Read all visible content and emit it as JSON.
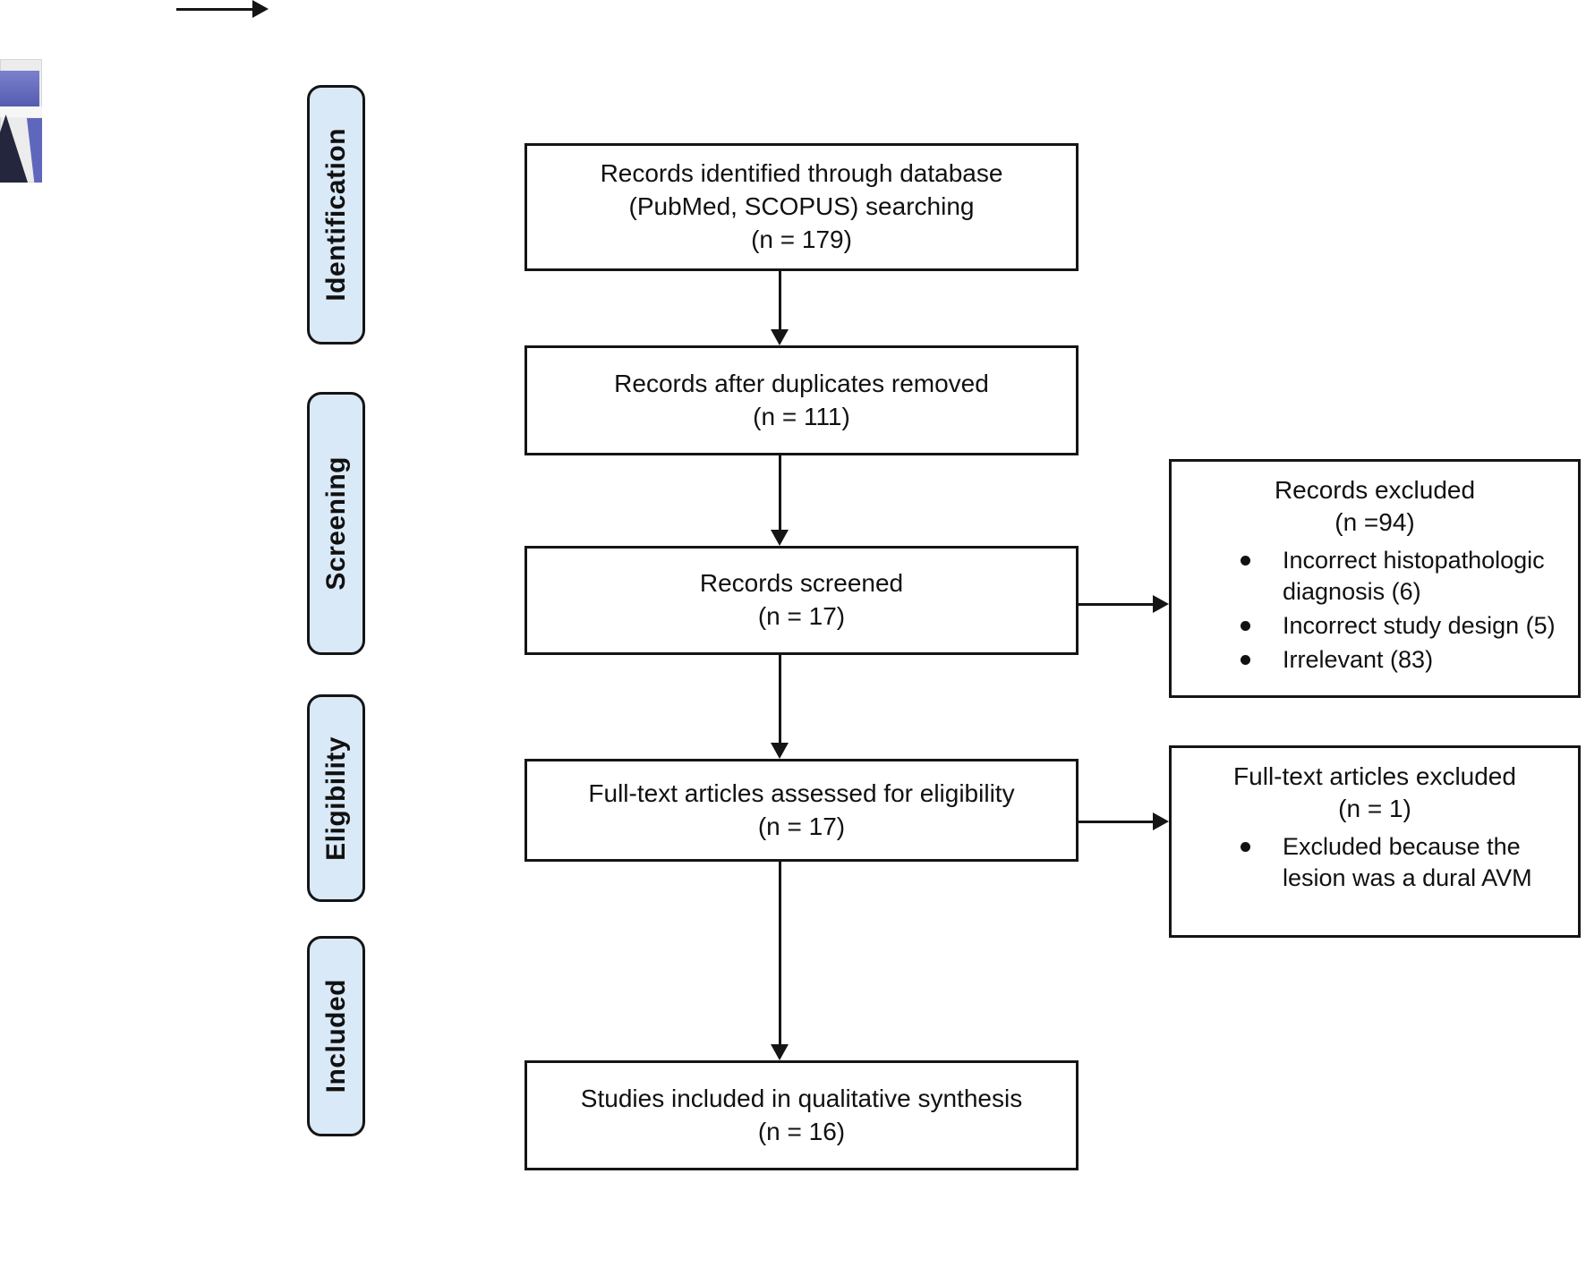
{
  "colors": {
    "stage_fill": "#d9e9f8",
    "line": "#151515",
    "box_fill": "#ffffff",
    "thumbnail_blue": "#5f67bd",
    "thumbnail_navy": "#23263c"
  },
  "stages": [
    {
      "label": "Identification"
    },
    {
      "label": "Screening"
    },
    {
      "label": "Eligibility"
    },
    {
      "label": "Included"
    }
  ],
  "flow": {
    "boxes": [
      {
        "lines": [
          "Records identified through database",
          "(PubMed, SCOPUS) searching",
          "(n =  179)"
        ]
      },
      {
        "lines": [
          "Records after duplicates removed",
          "(n =  111)"
        ]
      },
      {
        "lines": [
          "Records screened",
          "(n =  17)"
        ]
      },
      {
        "lines": [
          "Full-text articles assessed for eligibility",
          "(n =  17)"
        ]
      },
      {
        "lines": [
          "Studies included in qualitative synthesis",
          "(n = 16)"
        ]
      }
    ]
  },
  "exclusions": [
    {
      "title": "Records excluded",
      "count": "(n =94)",
      "bullets": [
        "Incorrect histopathologic diagnosis (6)",
        "Incorrect study design (5)",
        "Irrelevant (83)"
      ]
    },
    {
      "title": "Full-text articles excluded",
      "count": "(n = 1)",
      "bullets": [
        "Excluded because the lesion was a dural AVM"
      ]
    }
  ]
}
